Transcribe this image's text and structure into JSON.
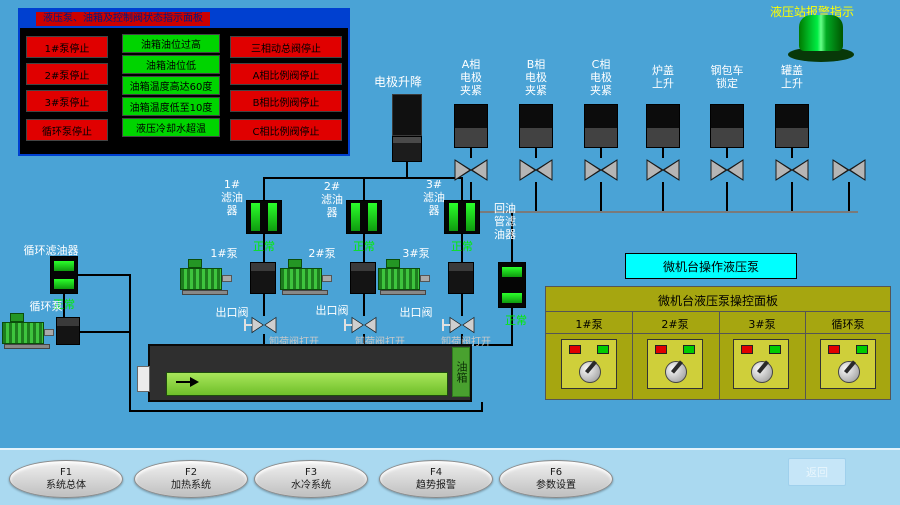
{
  "colors": {
    "alarm_red": "#e00000",
    "ok_green": "#00d400",
    "lamp_green": "#00ee44",
    "panel_olive": "#a6a610",
    "banner_cyan": "#00ffff",
    "bg_blue": "#4aa3d6"
  },
  "status_panel": {
    "title": "液压泵、油箱及控制阀状态指示面板",
    "pump_alarms": [
      "1#泵停止",
      "2#泵停止",
      "3#泵停止",
      "循环泵停止"
    ],
    "tank_alarms": [
      "油箱油位过高",
      "油箱油位低",
      "油箱温度高达60度",
      "油箱温度低至10度",
      "液压冷却水超温"
    ],
    "valve_alarms": [
      "三相动总阀停止",
      "A相比例阀停止",
      "B相比例阀停止",
      "C相比例阀停止"
    ]
  },
  "alarm_indicator": {
    "label": "液压站报警指示"
  },
  "electrode_lift": {
    "label": "电极升降"
  },
  "cylinders": [
    {
      "label": "A相\n电极\n夹紧"
    },
    {
      "label": "B相\n电极\n夹紧"
    },
    {
      "label": "C相\n电极\n夹紧"
    },
    {
      "label": "炉盖\n上升"
    },
    {
      "label": "钢包车\n锁定"
    },
    {
      "label": "罐盖\n上升"
    }
  ],
  "filters": {
    "f1": {
      "label": "1#\n滤油\n器",
      "status": "正常"
    },
    "f2": {
      "label": "2#\n滤油\n器",
      "status": "正常"
    },
    "f3": {
      "label": "3#\n滤油\n器",
      "status": "正常"
    },
    "ret": {
      "label": "回油\n管滤\n油器",
      "status": "正常"
    },
    "circ": {
      "label": "循环滤油器",
      "status": "正常"
    }
  },
  "pumps": {
    "p1": "1#泵",
    "p2": "2#泵",
    "p3": "3#泵",
    "circ": "循环泵"
  },
  "valve_labels": {
    "outlet": "出口阀",
    "unload": "卸荷阀打开"
  },
  "tank": {
    "label": "油箱"
  },
  "right_panel": {
    "banner": "微机台操作液压泵",
    "title": "微机台液压泵操控面板",
    "columns": [
      "1#泵",
      "2#泵",
      "3#泵",
      "循环泵"
    ]
  },
  "bottom_bar": {
    "buttons": [
      {
        "fkey": "F1",
        "label": "系统总体"
      },
      {
        "fkey": "F2",
        "label": "加热系统"
      },
      {
        "fkey": "F3",
        "label": "水冷系统"
      },
      {
        "fkey": "F4",
        "label": "趋势报警"
      },
      {
        "fkey": "F6",
        "label": "参数设置"
      }
    ],
    "return_label": "返回"
  }
}
